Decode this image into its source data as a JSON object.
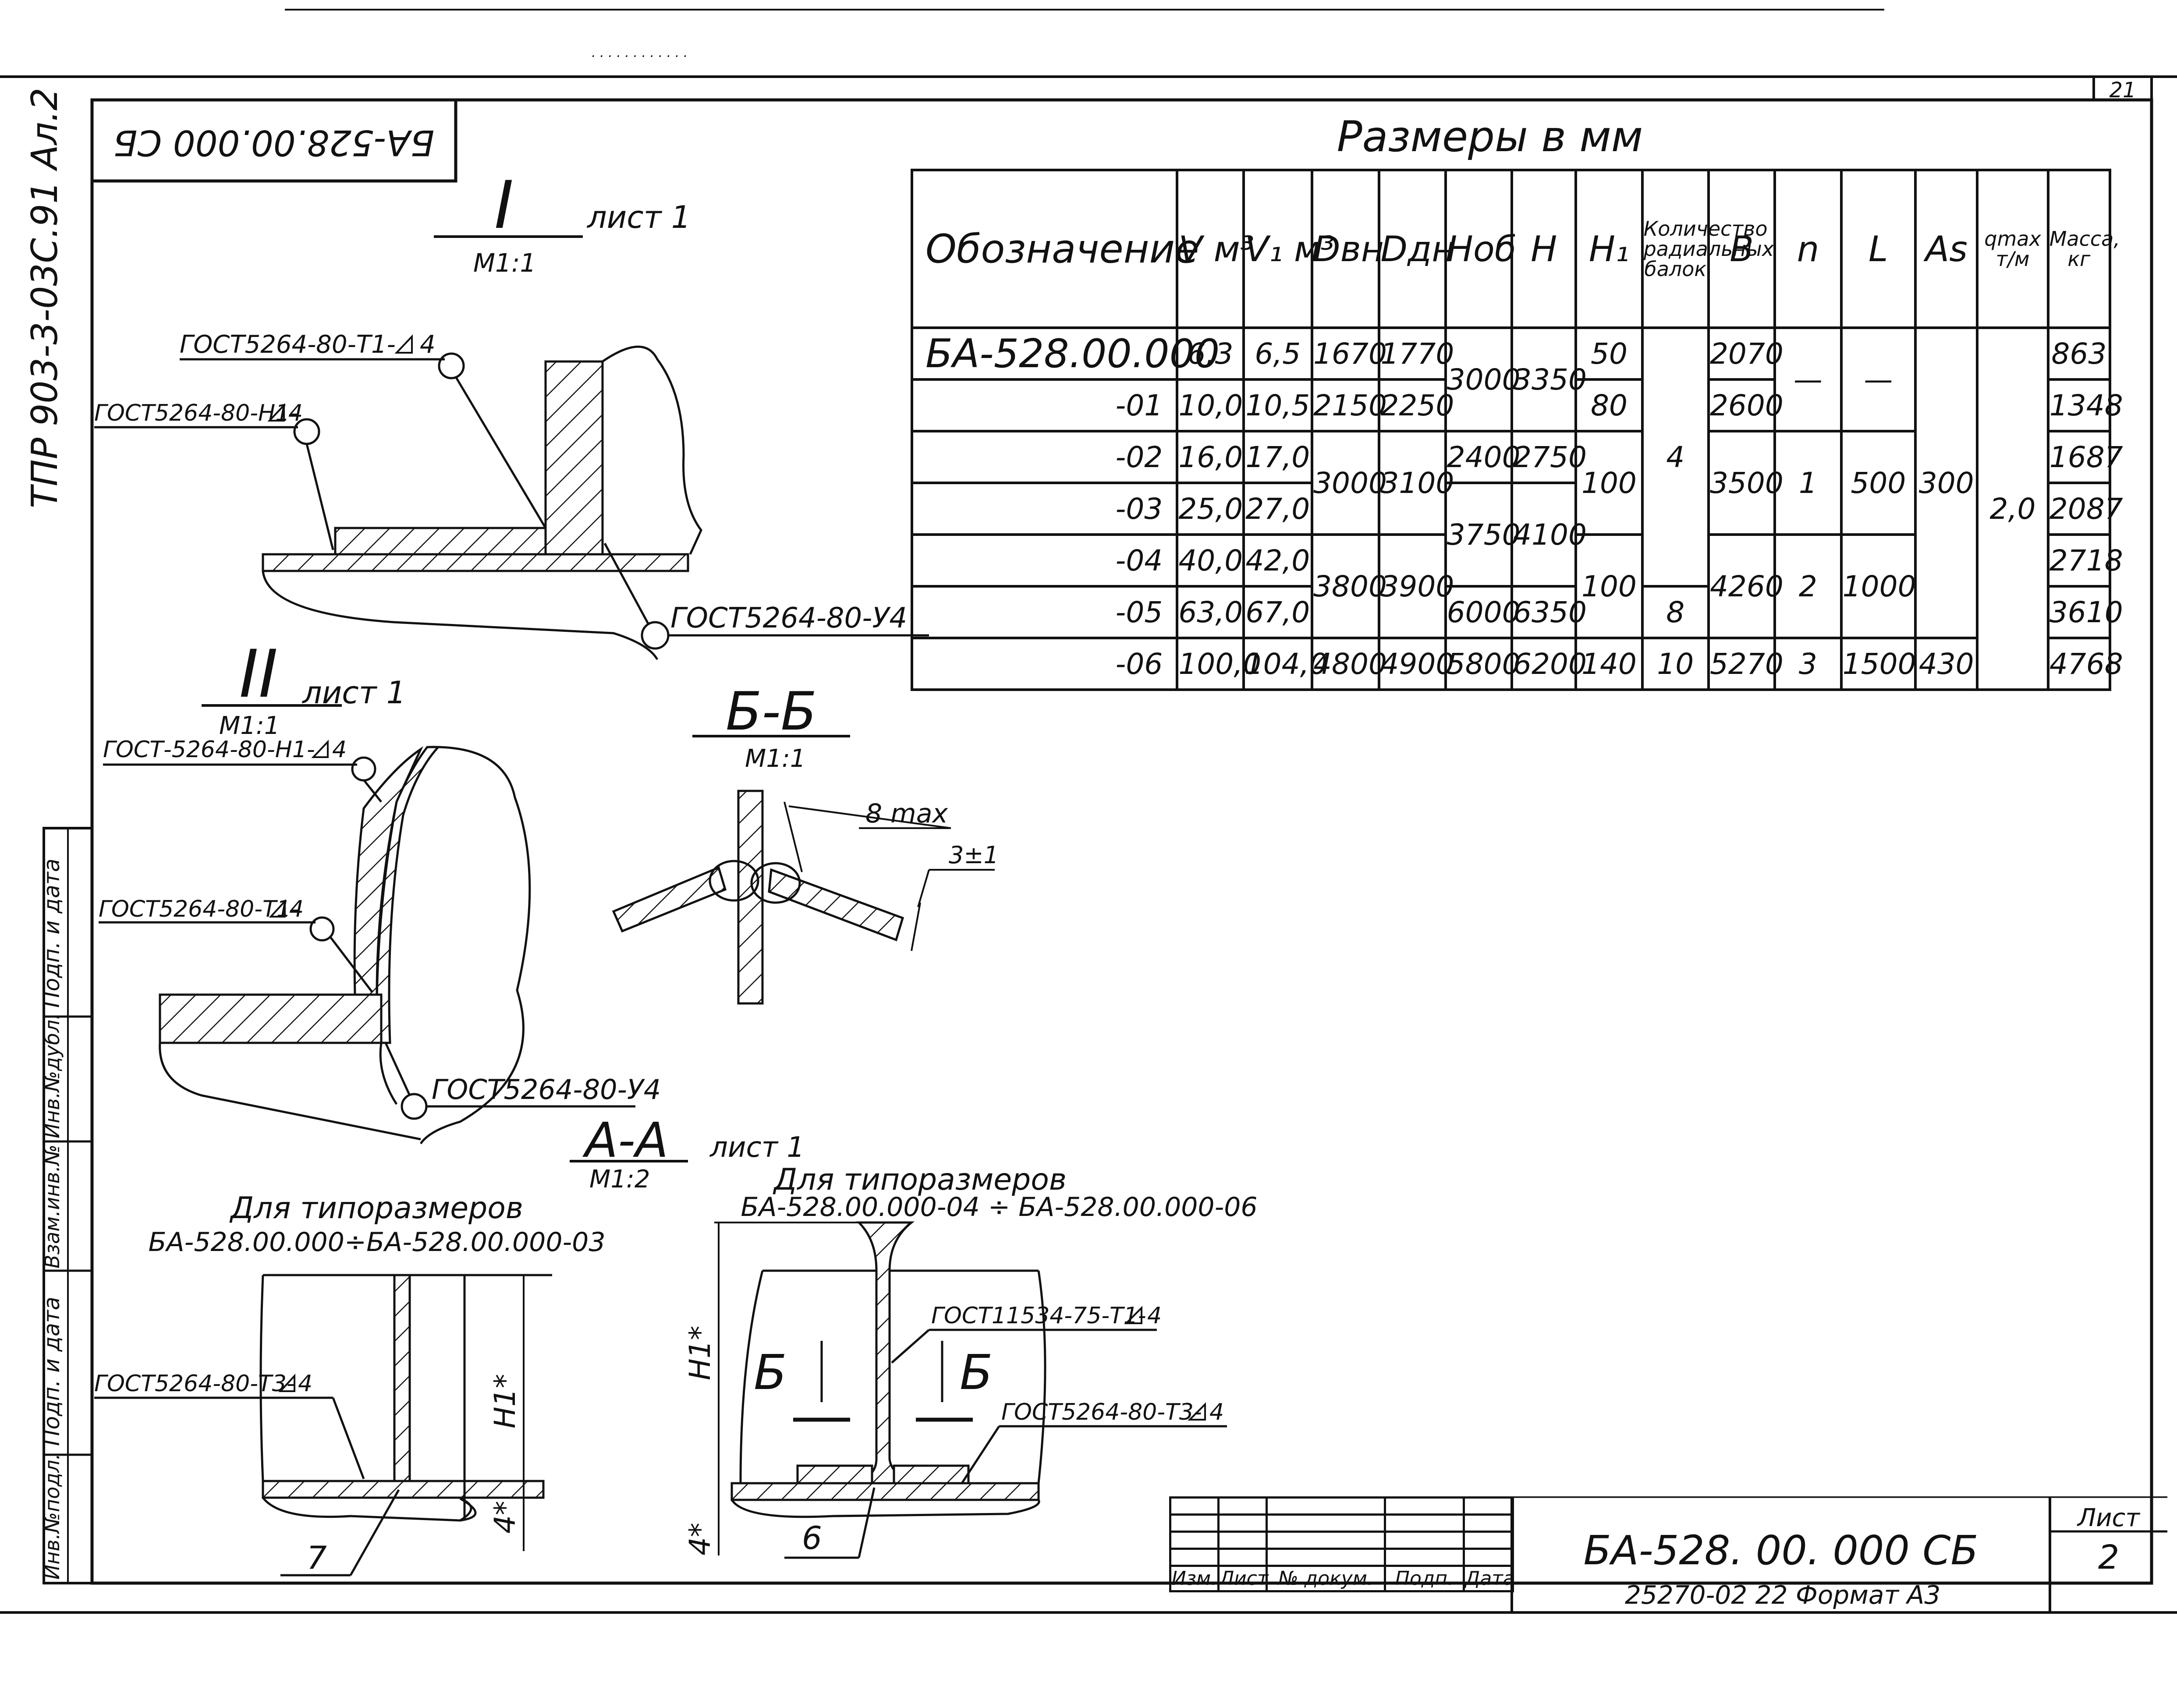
{
  "sheet": {
    "page_number": "21",
    "rotated_code": "БА-528.00.000 СБ",
    "project_ref": "ТПР 903-3-03С.91 Ал.2",
    "title": "Размеры в мм",
    "top_scribble": ". . . . . . . . . . . ."
  },
  "side_stamp": [
    "Подп. и дата",
    "Инв.№дубл.",
    "Взам.инв.№",
    "Подп. и дата",
    "Инв.№подл."
  ],
  "table": {
    "headers": [
      "Обозначение",
      "V м³",
      "V₁ м³",
      "Dвн",
      "Dдн",
      "Hоб",
      "H",
      "H₁",
      "Количество радиальных балок",
      "B",
      "n",
      "L",
      "As",
      "qmax т/м",
      "Масса, кг"
    ],
    "rows": [
      {
        "des": "БА-528.00.000",
        "v": "6,3",
        "v1": "6,5",
        "dvn": "1670",
        "ddn": "1770",
        "mass": "863",
        "h1": "50",
        "b": "2070"
      },
      {
        "des": "-01",
        "v": "10,0",
        "v1": "10,5",
        "dvn": "2150",
        "ddn": "2250",
        "mass": "1348",
        "h1": "80",
        "b": "2600"
      },
      {
        "des": "-02",
        "v": "16,0",
        "v1": "17,0",
        "mass": "1687"
      },
      {
        "des": "-03",
        "v": "25,0",
        "v1": "27,0",
        "mass": "2087"
      },
      {
        "des": "-04",
        "v": "40,0",
        "v1": "42,0",
        "mass": "2718"
      },
      {
        "des": "-05",
        "v": "63,0",
        "v1": "67,0",
        "mass": "3610"
      },
      {
        "des": "-06",
        "v": "100,0",
        "v1": "104,0",
        "dvn": "4800",
        "ddn": "4900",
        "hob": "5800",
        "h": "6200",
        "h1": "140",
        "beams": "10",
        "b": "5270",
        "n": "3",
        "l": "1500",
        "as": "430",
        "mass": "4768"
      }
    ],
    "merged": {
      "hob_01": "3000",
      "h_01": "3350",
      "dvn_234": "3000",
      "ddn_234": "3100",
      "hob_2": "2400",
      "h_2": "2750",
      "hob_34": "3750",
      "h_34": "4100",
      "dvn_456": "3800",
      "ddn_456": "3900",
      "hob_5": "6000",
      "h_5": "6350",
      "h1_23": "100",
      "h1_45": "100",
      "beams_0_4": "4",
      "beams_5": "8",
      "b_23": "3500",
      "b_45": "4260",
      "n_23": "1",
      "n_45": "2",
      "l_23": "500",
      "l_45": "1000",
      "as_0_5": "300",
      "q_all": "2,0",
      "dash": "—"
    }
  },
  "drawings": {
    "node1": {
      "num": "I",
      "sheet": "лист 1",
      "scale": "М1:1",
      "weld_t1": "ГОСТ5264-80-Т1-",
      "weld_t1_leg": "4",
      "weld_n1": "ГОСТ5264-80-Н1-",
      "weld_n1_leg": "4",
      "weld_u4": "ГОСТ5264-80-У4"
    },
    "node2": {
      "num": "II",
      "sheet": "лист 1",
      "scale": "М1:1",
      "weld_n1": "ГОСТ-5264-80-Н1-",
      "weld_n1_leg": "4",
      "weld_t1": "ГОСТ5264-80-Т1-",
      "weld_t1_leg": "4",
      "weld_u4": "ГОСТ5264-80-У4"
    },
    "sectionBB": {
      "label": "Б-Б",
      "scale": "М1:1",
      "gap": "8 max",
      "tol": "3±1"
    },
    "sectionAA": {
      "label": "А-А",
      "sheet": "лист 1",
      "scale": "М1:2"
    },
    "leftAA": {
      "caption": "Для типоразмеров",
      "range": "БА-528.00.000÷БА-528.00.000-03",
      "weld": "ГОСТ5264-80-Т3-",
      "weld_leg": "4",
      "dim_h1": "H1*",
      "dim_4": "4*",
      "pos": "7"
    },
    "rightAA": {
      "caption": "Для типоразмеров",
      "range": "БА-528.00.000-04 ÷ БА-528.00.000-06",
      "weld_top": "ГОСТ11534-75-Т1-",
      "weld_top_leg": "4",
      "weld_bot": "ГОСТ5264-80-Т3-",
      "weld_bot_leg": "4",
      "dim_h1": "H1*",
      "dim_4": "4*",
      "cut": "Б",
      "pos": "6"
    }
  },
  "title_block": {
    "cols": [
      "Изм.",
      "Лист",
      "№ докум.",
      "Подп.",
      "Дата"
    ],
    "designation": "БА-528. 00. 000 СБ",
    "sheet_label": "Лист",
    "sheet_no": "2",
    "bottom": "25270-02   22   Формат А3"
  }
}
